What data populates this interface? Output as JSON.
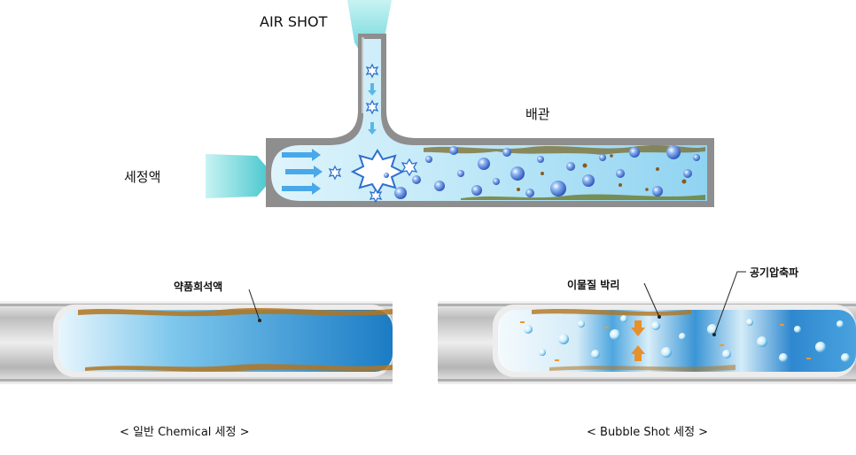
{
  "top_diagram": {
    "air_shot_label": "AIR SHOT",
    "pipe_label": "배관",
    "cleaning_fluid_label": "세정액"
  },
  "left_panel": {
    "fluid_label": "약품희석액",
    "caption": "< 일반 Chemical 세정 >"
  },
  "right_panel": {
    "debris_label": "이물질 박리",
    "shockwave_label": "공기압축파",
    "caption": "< Bubble Shot 세정 >"
  },
  "colors": {
    "fluid_light": "#d8f1fb",
    "fluid_blue": "#3ea3dc",
    "fluid_deep": "#1b7cc4",
    "pipe_gray": "#9a9a9a",
    "arrow_cyan": "#5fd2d2",
    "debris_brown": "#8a5a1c",
    "debris_orange": "#e79b2f"
  }
}
